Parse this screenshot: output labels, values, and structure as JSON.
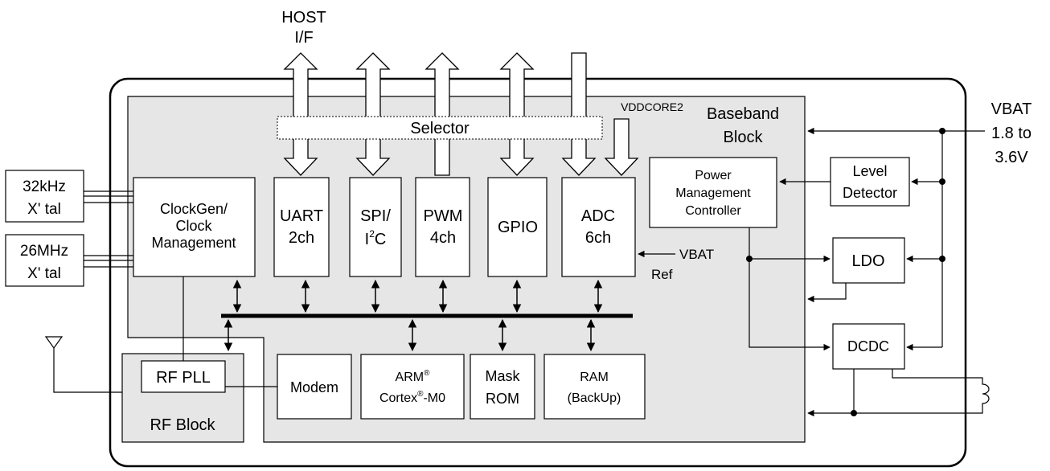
{
  "host_if": [
    "HOST",
    "I/F"
  ],
  "selector": "Selector",
  "vddcore2": "VDDCORE2",
  "baseband": [
    "Baseband",
    "Block"
  ],
  "vbat_in": [
    "VBAT",
    "1.8 to",
    "3.6V"
  ],
  "xtal32": [
    "32kHz",
    "X' tal"
  ],
  "xtal26": [
    "26MHz",
    "X' tal"
  ],
  "clockgen": [
    "ClockGen/",
    "Clock",
    "Management"
  ],
  "uart": [
    "UART",
    "2ch"
  ],
  "spi": [
    "SPI/",
    "I",
    "2",
    "C"
  ],
  "pwm": [
    "PWM",
    "4ch"
  ],
  "gpio": "GPIO",
  "adc": [
    "ADC",
    "6ch"
  ],
  "adc_vbat": "VBAT",
  "adc_ref": "Ref",
  "pmc": [
    "Power",
    "Management",
    "Controller"
  ],
  "level_detector": [
    "Level",
    "Detector"
  ],
  "ldo": "LDO",
  "dcdc": "DCDC",
  "rf_pll": "RF PLL",
  "rf_block": "RF Block",
  "modem": "Modem",
  "arm": [
    "ARM",
    "®",
    "Cortex",
    "®",
    "-M0"
  ],
  "mask_rom": [
    "Mask",
    "ROM"
  ],
  "ram": [
    "RAM",
    "(BackUp)"
  ]
}
